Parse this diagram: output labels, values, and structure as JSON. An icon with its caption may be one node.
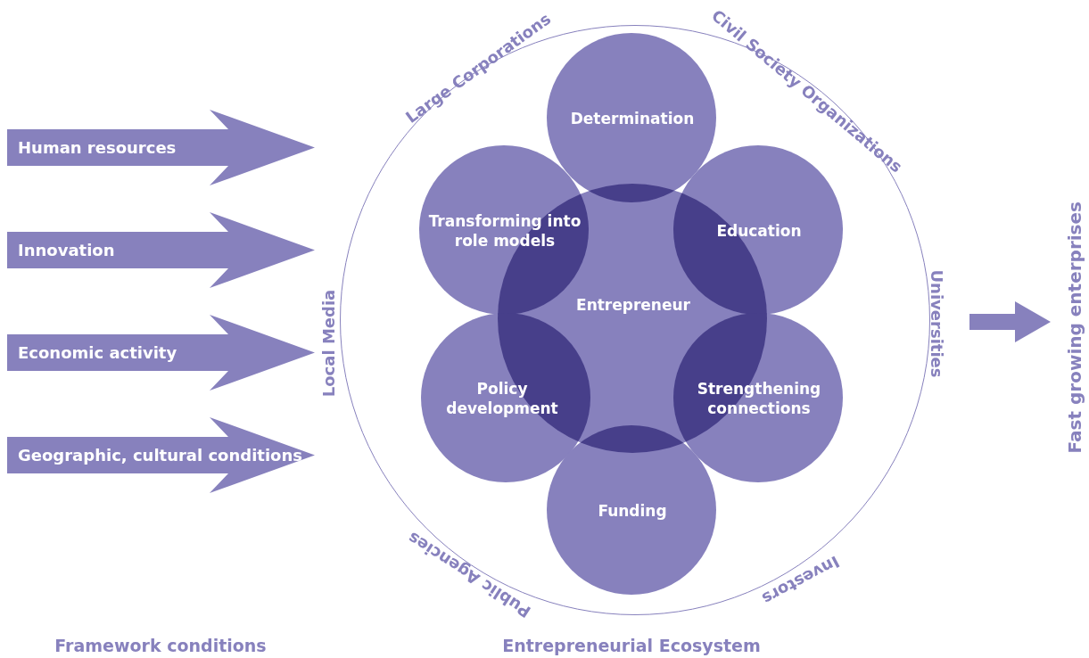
{
  "diagram": {
    "nodes": [
      {
        "text": [
          "Human resources"
        ]
      },
      {
        "text": [
          "Innovation"
        ]
      },
      {
        "text": [
          "Economic activity"
        ]
      },
      {
        "text": [
          "Geographic, cultural conditions"
        ]
      },
      {
        "text": [],
        "shape": "circle"
      },
      {
        "text": [
          "Determination"
        ],
        "in": 4
      },
      {
        "text": [
          "Transforming into role models"
        ],
        "in": 4
      },
      {
        "text": [
          "Education"
        ],
        "in": 4
      },
      {
        "text": [
          "Entrepreneur"
        ],
        "in": 4
      },
      {
        "text": [
          "Policy development"
        ],
        "in": 4
      },
      {
        "text": [
          "Strengthening connections"
        ],
        "in": 4
      },
      {
        "text": [
          "Funding"
        ],
        "in": 4
      },
      {
        "text": [
          "Fast growing enterprises"
        ]
      }
    ],
    "edges": [
      {
        "from": 4,
        "to": 12,
        "arrow": "to"
      }
    ],
    "labels": [
      "Large Corporations",
      "Civil Society Organizations",
      "Local Media",
      "Universities",
      "Public Agencies",
      "Investors",
      "Framework conditions",
      "Entrepreneurial Ecosystem"
    ]
  }
}
